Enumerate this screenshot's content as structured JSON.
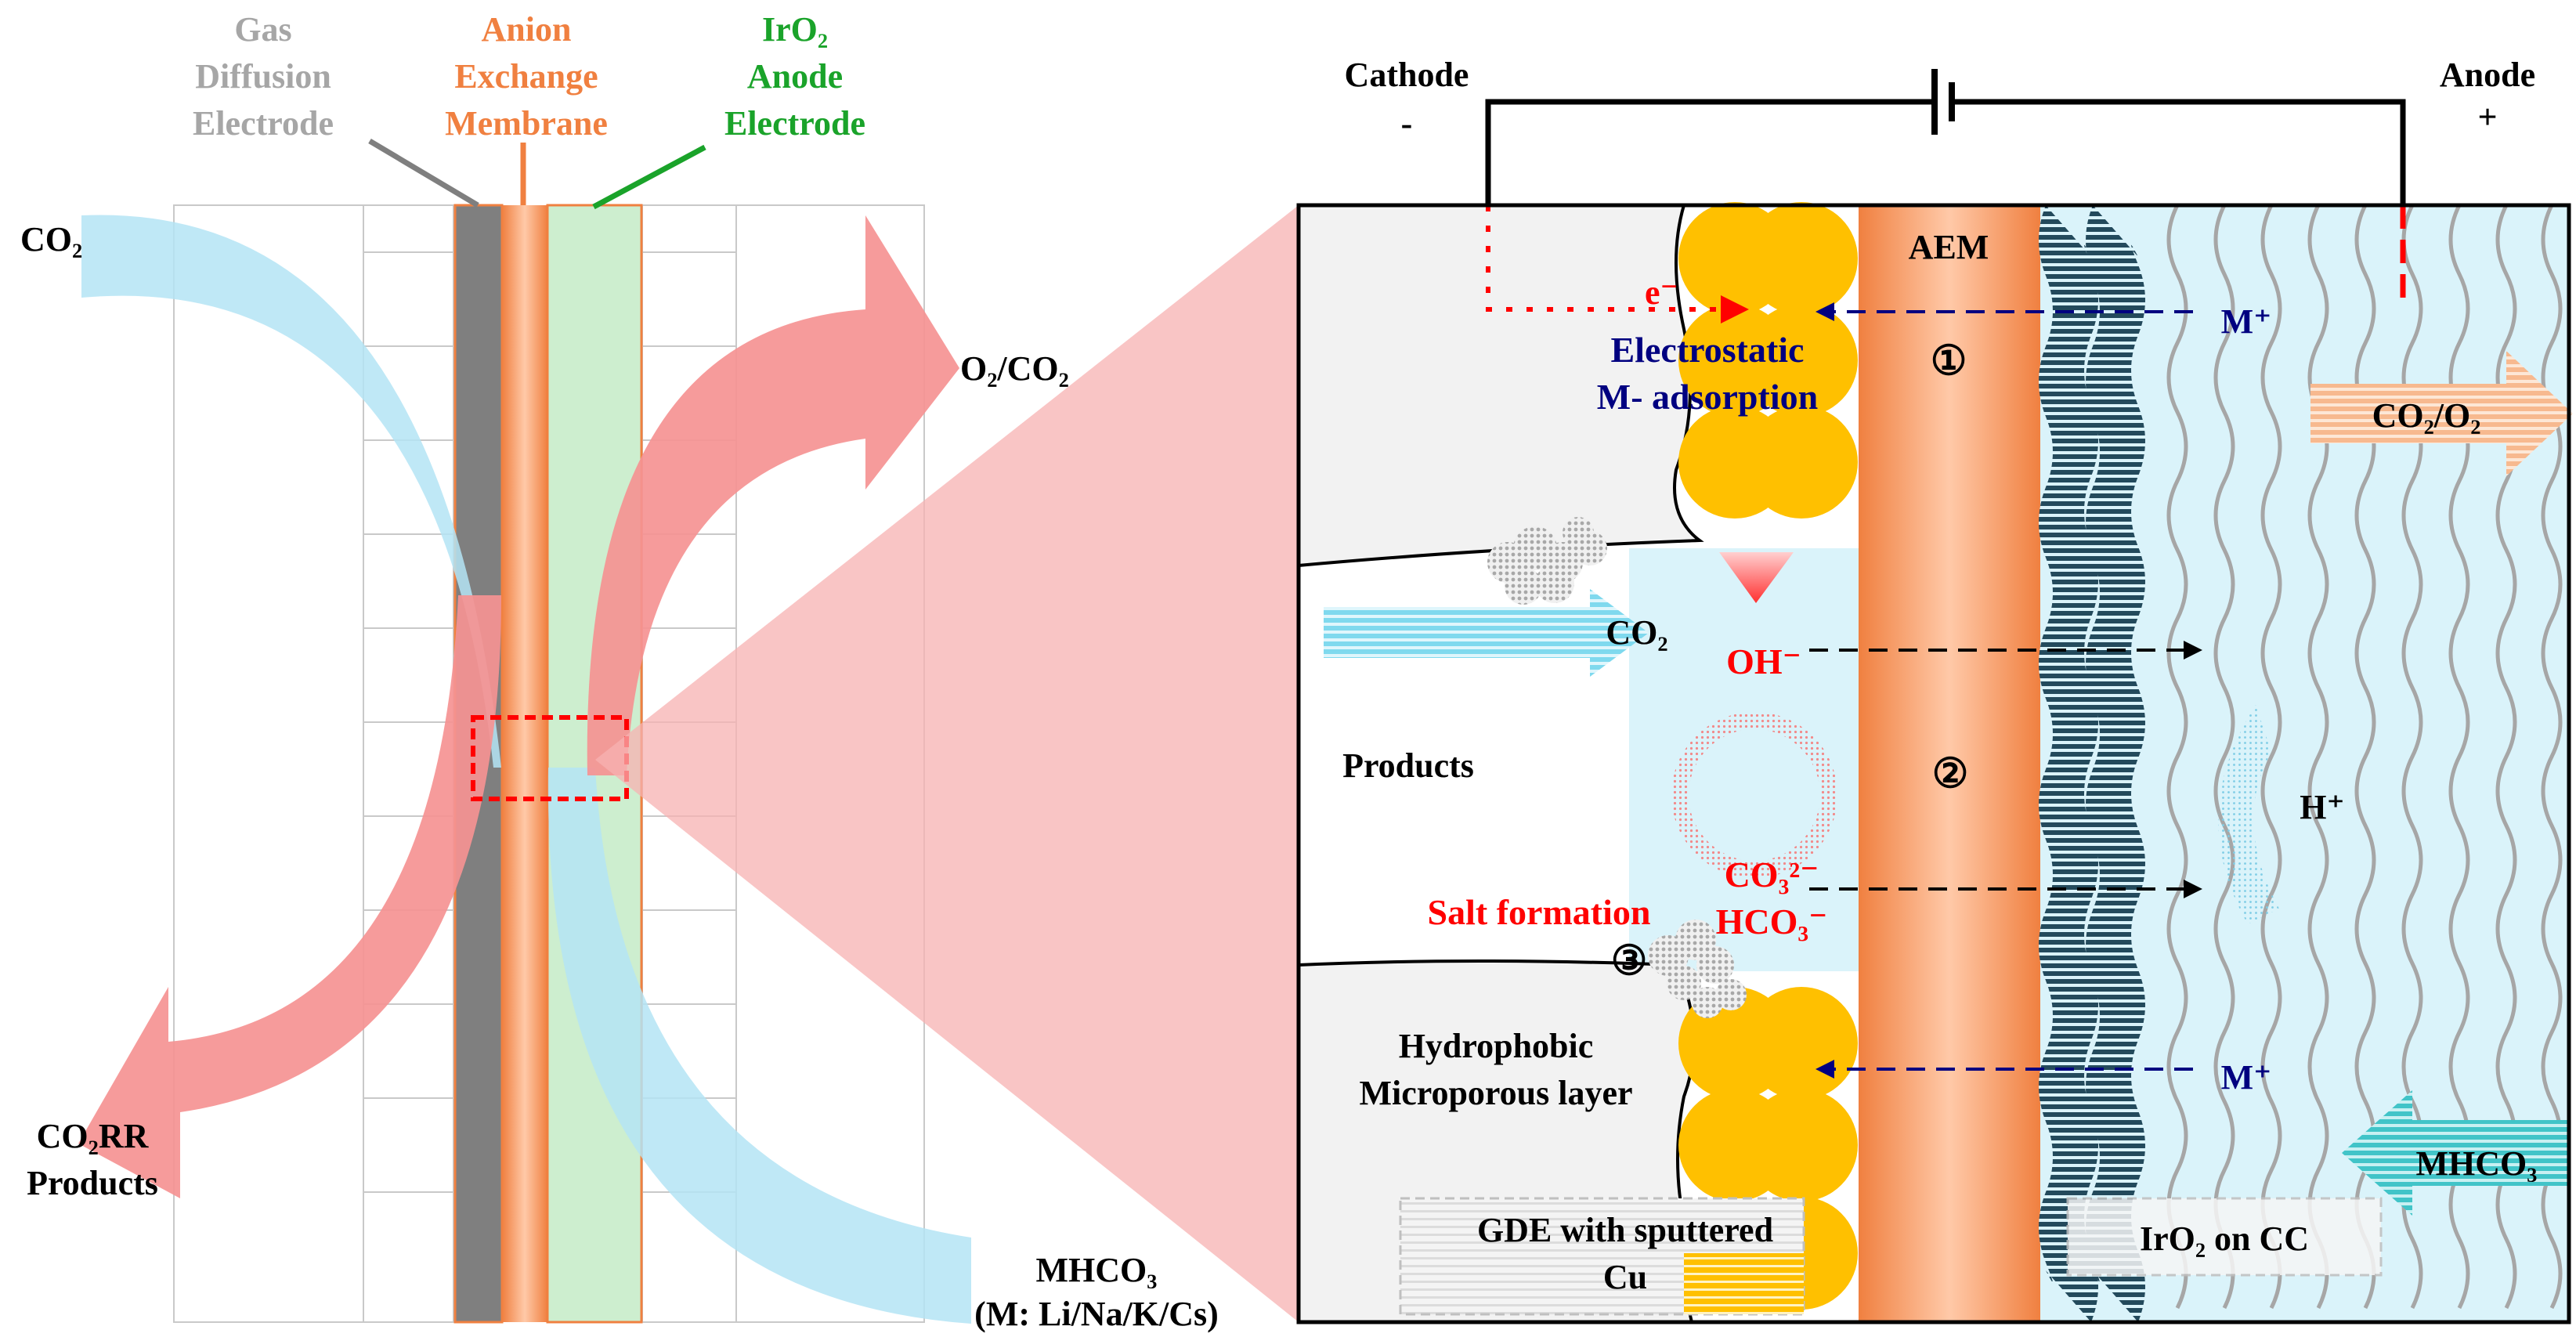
{
  "left_panel": {
    "labels": {
      "gde_line1": "Gas",
      "gde_line2": "Diffusion",
      "gde_line3": "Electrode",
      "aem_line1": "Anion",
      "aem_line2": "Exchange",
      "aem_line3": "Membrane",
      "anode_line1": "IrO₂",
      "anode_line2": "Anode",
      "anode_line3": "Electrode",
      "co2_in": "CO₂",
      "o2_co2_out": "O₂/CO₂",
      "products_line1": "CO₂RR",
      "products_line2": "Products",
      "mhco3_line1": "MHCO₃",
      "mhco3_line2": "(M: Li/Na/K/Cs)"
    }
  },
  "right_panel": {
    "labels": {
      "cathode": "Cathode",
      "cathode_sign": "-",
      "anode": "Anode",
      "anode_sign": "+",
      "electron": "e⁻",
      "aem": "AEM",
      "m_plus_top": "M⁺",
      "m_plus_bottom": "M⁺",
      "electrostatic_line1": "Electrostatic",
      "electrostatic_line2": "M- adsorption",
      "co2_o2": "CO₂/O₂",
      "co2": "CO₂",
      "oh": "OH⁻",
      "products": "Products",
      "h_plus": "H⁺",
      "co3": "CO₃²⁻",
      "hco3": "HCO₃⁻",
      "salt_formation": "Salt formation",
      "hydrophobic_line1": "Hydrophobic",
      "hydrophobic_line2": "Microporous layer",
      "mhco3": "MHCO₃",
      "gde_box_line1": "GDE with sputtered",
      "gde_box_line2": "Cu",
      "iro2_box": "IrO₂ on CC",
      "step1": "①",
      "step2": "②",
      "step3": "③"
    }
  },
  "colors": {
    "gde_gray": "#7f7f7f",
    "membrane_orange": "#f08040",
    "anode_green": "#cdeecf",
    "co2_blue": "#b4e4f5",
    "product_red": "#f59393",
    "electrolyte_blue": "#daf3fa",
    "cu_yellow": "#ffc000",
    "electron_red": "#ff0000",
    "cation_navy": "#000080",
    "anode_label_green": "#1aa32a",
    "gde_label_gray": "#a6a6a6"
  }
}
